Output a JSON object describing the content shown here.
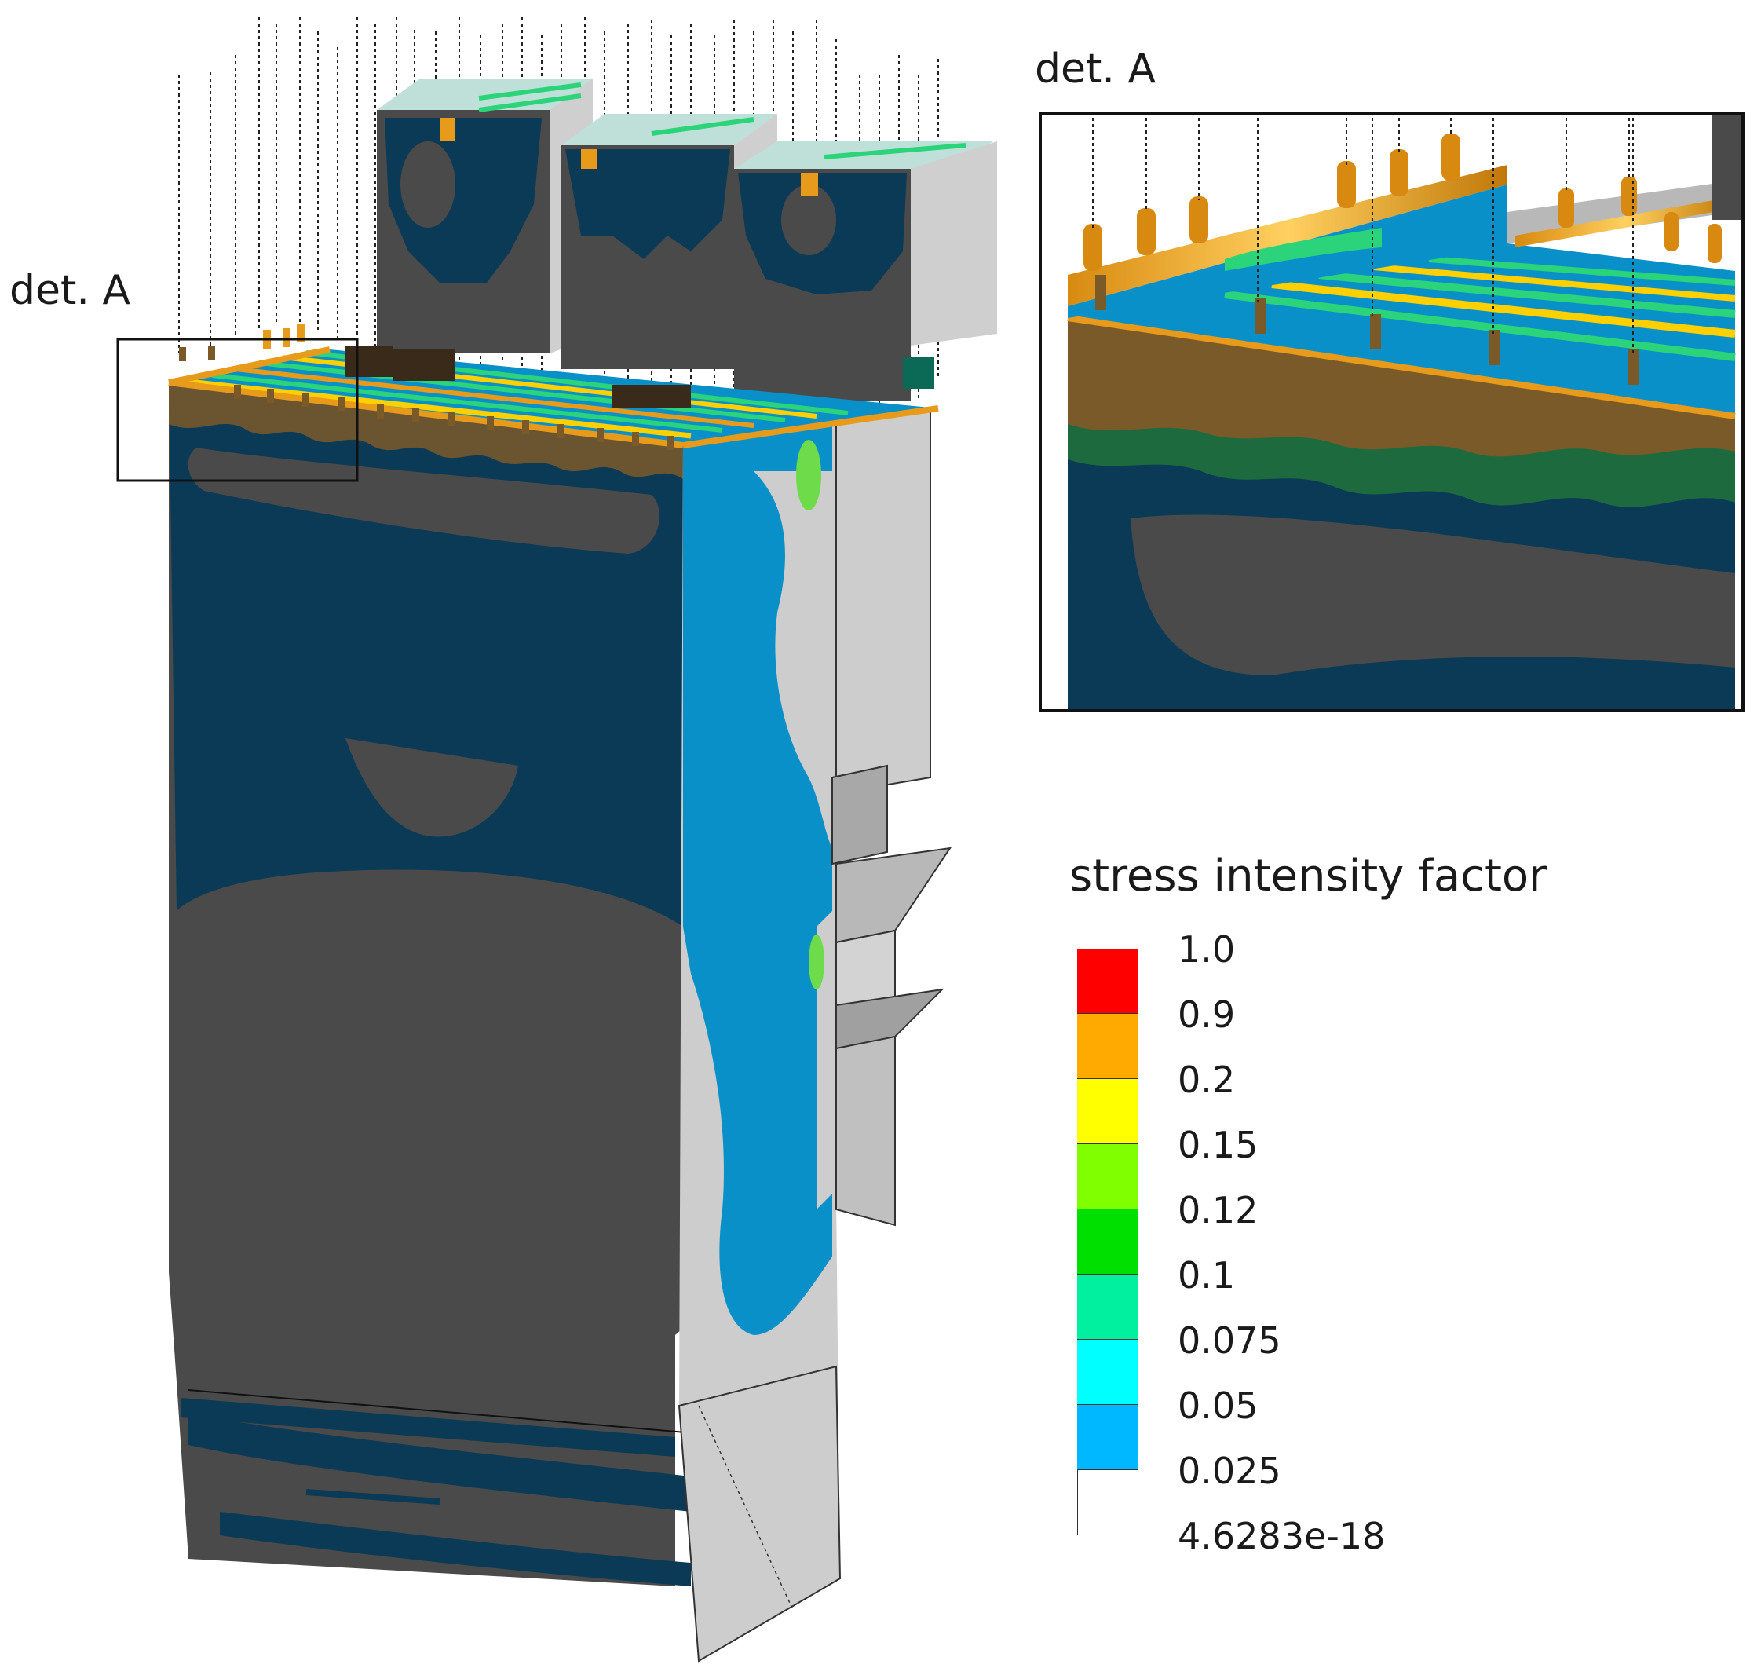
{
  "labels": {
    "main_detail": "det. A",
    "inset_detail": "det. A"
  },
  "legend": {
    "title": "stress intensity factor",
    "ticks": [
      "1.0",
      "0.9",
      "0.2",
      "0.15",
      "0.12",
      "0.1",
      "0.075",
      "0.05",
      "0.025",
      "4.6283e-18"
    ],
    "colors": [
      "#ff0000",
      "#ffaa00",
      "#ffff00",
      "#80ff00",
      "#00e000",
      "#00f0a0",
      "#00ffff",
      "#00b8ff",
      "#ffffff"
    ]
  },
  "palette": {
    "dark_gray": "#4a4a4a",
    "navy": "#0a3a55",
    "blue": "#0a90c8",
    "light_gray": "#cdcdcd",
    "orange": "#e89a1a"
  }
}
